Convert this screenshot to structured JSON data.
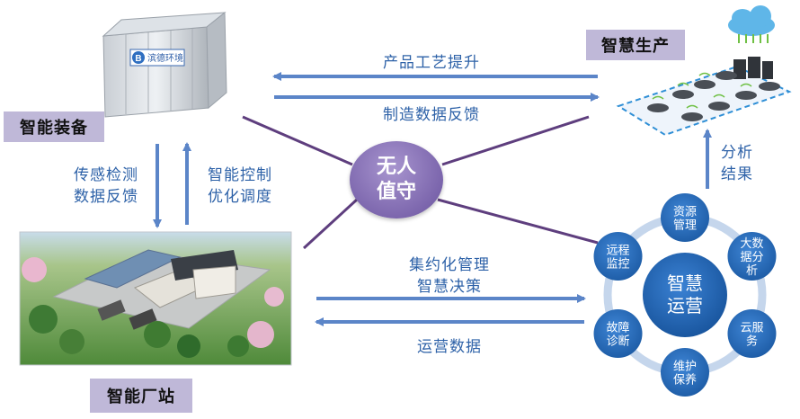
{
  "labels": {
    "equipment": "智能装备",
    "production": "智慧生产",
    "station": "智能厂站"
  },
  "center": {
    "line1": "无人",
    "line2": "值守"
  },
  "arrows": {
    "top_left": "产品工艺提升",
    "top_right": "制造数据反馈",
    "left_down": [
      "传感检测",
      "数据反馈"
    ],
    "left_up": [
      "智能控制",
      "优化调度"
    ],
    "right_up": [
      "分析",
      "结果"
    ],
    "bottom_right": [
      "集约化管理",
      "智慧决策"
    ],
    "bottom_left": "运营数据"
  },
  "equipment_logo": "滨德环境",
  "ops_wheel": {
    "center": [
      "智慧",
      "运营"
    ],
    "nodes": [
      {
        "lines": [
          "资源",
          "管理"
        ]
      },
      {
        "lines": [
          "大数",
          "据分",
          "析"
        ]
      },
      {
        "lines": [
          "云服",
          "务"
        ]
      },
      {
        "lines": [
          "维护",
          "保养"
        ]
      },
      {
        "lines": [
          "故障",
          "诊断"
        ]
      },
      {
        "lines": [
          "远程",
          "监控"
        ]
      }
    ]
  },
  "colors": {
    "arrow": "#5b85c8",
    "connector": "#5e3e7e",
    "label_bg": "#bfb8d8",
    "text_blue": "#2e62a8",
    "node_blue": "#2e6fc1",
    "center_oval": "#7c66ad"
  }
}
